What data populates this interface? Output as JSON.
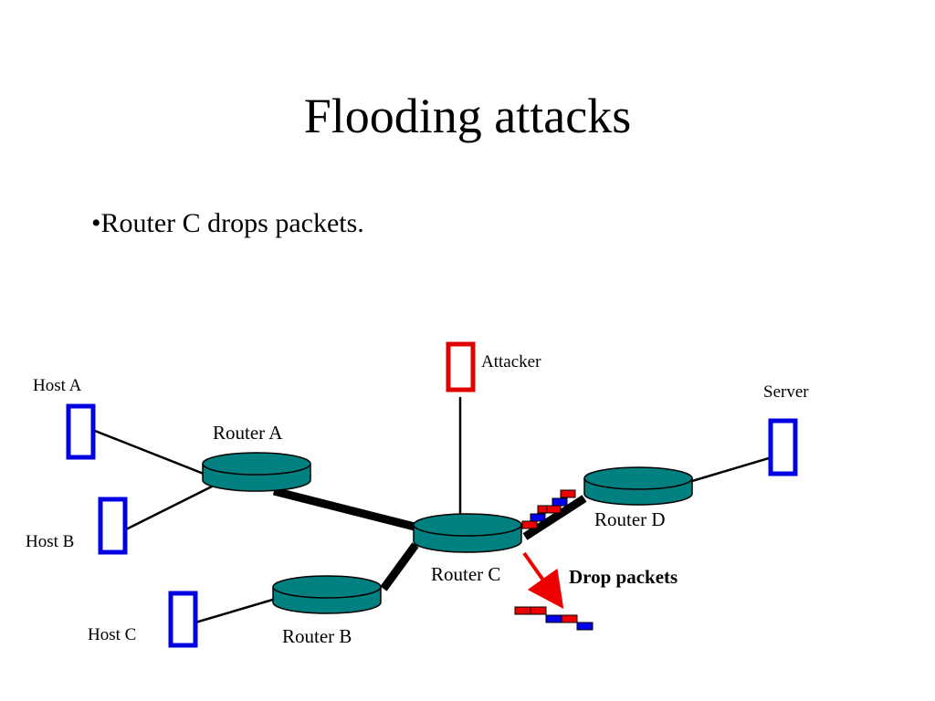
{
  "slide": {
    "title": "Flooding attacks",
    "bullet": "•Router C drops packets."
  },
  "diagram": {
    "hosts": {
      "host_a": "Host A",
      "host_b": "Host B",
      "host_c": "Host C",
      "attacker": "Attacker",
      "server": "Server"
    },
    "routers": {
      "router_a": "Router A",
      "router_b": "Router B",
      "router_c": "Router C",
      "router_d": "Router D"
    },
    "annotation": "Drop packets",
    "colors": {
      "router_fill": "#008080",
      "host_outline": "#0000e0",
      "attacker_outline": "#e00000",
      "packet_red": "#ee0000",
      "packet_blue": "#0000ee",
      "arrow": "#ee0000"
    }
  }
}
